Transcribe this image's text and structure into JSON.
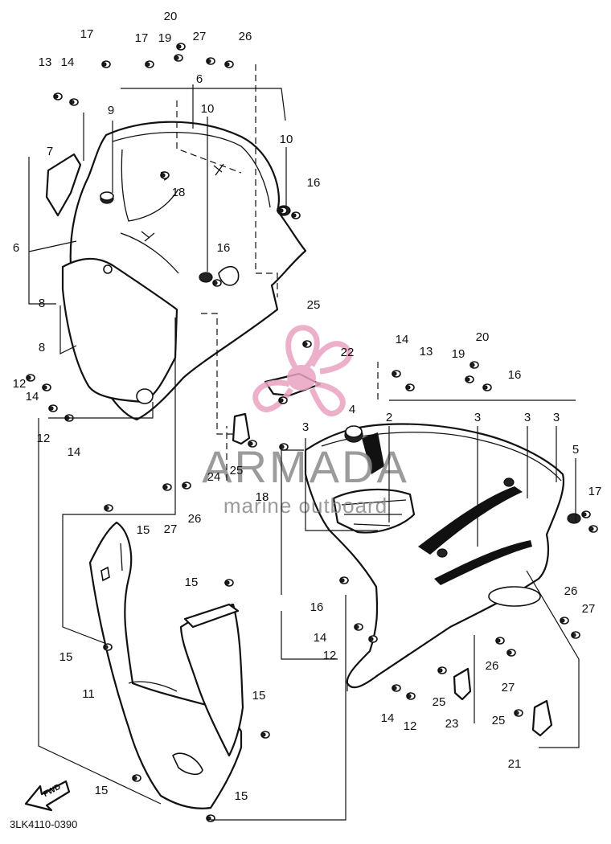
{
  "diagram": {
    "code": "3LK4110-0390",
    "fwd_label": "FWD",
    "watermark": {
      "brand": "ARMADA",
      "tagline": "marine outboard",
      "logo_color": "#e9a3c3",
      "text_color": "#8a8a8a"
    },
    "callouts": [
      "20",
      "17",
      "17",
      "19",
      "27",
      "26",
      "13",
      "14",
      "6",
      "9",
      "10",
      "10",
      "7",
      "18",
      "16",
      "6",
      "16",
      "8",
      "8",
      "12",
      "14",
      "12",
      "14",
      "25",
      "22",
      "14",
      "13",
      "20",
      "19",
      "16",
      "4",
      "3",
      "2",
      "3",
      "3",
      "3",
      "5",
      "24",
      "25",
      "18",
      "27",
      "26",
      "15",
      "17",
      "15",
      "15",
      "11",
      "16",
      "14",
      "12",
      "26",
      "27",
      "26",
      "27",
      "25",
      "23",
      "25",
      "14",
      "12",
      "15",
      "21",
      "15",
      "15"
    ]
  }
}
